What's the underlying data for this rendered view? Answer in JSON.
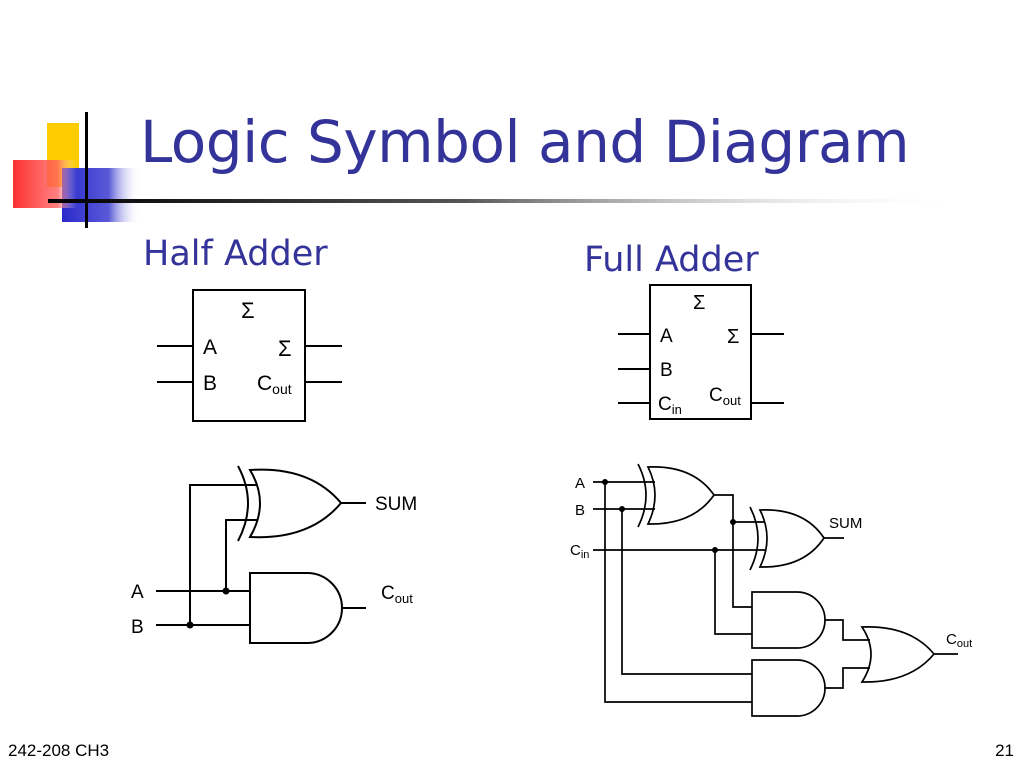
{
  "title": "Logic Symbol and Diagram",
  "half_adder": {
    "heading": "Half Adder",
    "symbol": {
      "top": "Σ",
      "in_a": "A",
      "in_b": "B",
      "out_sum": "Σ",
      "out_carry_main": "C",
      "out_carry_sub": "out"
    },
    "circuit": {
      "in_a": "A",
      "in_b": "B",
      "sum": "SUM",
      "carry_main": "C",
      "carry_sub": "out"
    }
  },
  "full_adder": {
    "heading": "Full Adder",
    "symbol": {
      "top": "Σ",
      "in_a": "A",
      "in_b": "B",
      "in_carry_main": "C",
      "in_carry_sub": "in",
      "out_sum": "Σ",
      "out_carry_main": "C",
      "out_carry_sub": "out"
    },
    "circuit": {
      "in_a": "A",
      "in_b": "B",
      "in_carry_main": "C",
      "in_carry_sub": "in",
      "sum": "SUM",
      "carry_main": "C",
      "carry_sub": "out"
    }
  },
  "footer": {
    "course": "242-208 CH3",
    "page": "21"
  },
  "colors": {
    "title": "#333399",
    "deco_yellow": "#ffcc00",
    "deco_red": "#ff3333",
    "deco_blue": "#3333cc"
  }
}
